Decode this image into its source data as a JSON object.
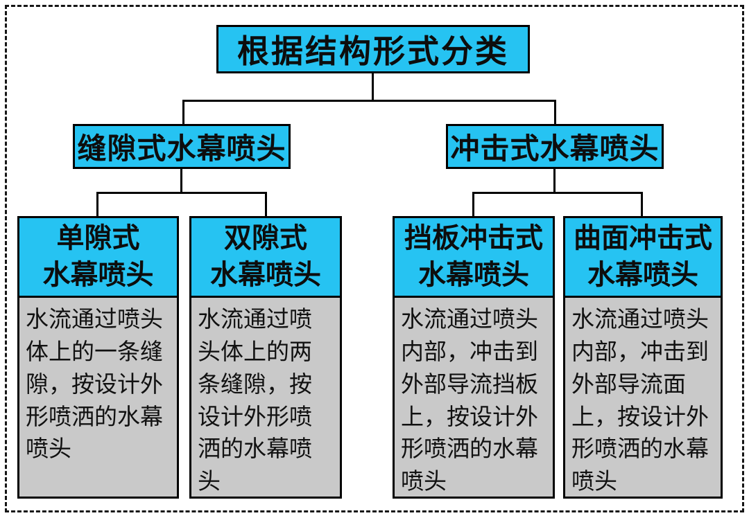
{
  "diagram": {
    "root": {
      "label": "根据结构形式分类"
    },
    "branches": [
      {
        "label": "缝隙式水幕喷头",
        "children": [
          {
            "title_line1": "单隙式",
            "title_line2": "水幕喷头",
            "description": "水流通过喷头体上的一条缝隙，按设计外形喷洒的水幕喷头"
          },
          {
            "title_line1": "双隙式",
            "title_line2": "水幕喷头",
            "description": "水流通过喷头体上的两条缝隙，按设计外形喷洒的水幕喷头"
          }
        ]
      },
      {
        "label": "冲击式水幕喷头",
        "children": [
          {
            "title_line1": "挡板冲击式",
            "title_line2": "水幕喷头",
            "description": "水流通过喷头内部，冲击到外部导流挡板上，按设计外形喷洒的水幕喷头"
          },
          {
            "title_line1": "曲面冲击式",
            "title_line2": "水幕喷头",
            "description": "水流通过喷头内部，冲击到外部导流面上，按设计外形喷洒的水幕喷头"
          }
        ]
      }
    ],
    "colors": {
      "node_fill": "#26c3f2",
      "body_fill": "#c9c9c9",
      "line": "#000000",
      "frame_dash": "#161616"
    }
  }
}
